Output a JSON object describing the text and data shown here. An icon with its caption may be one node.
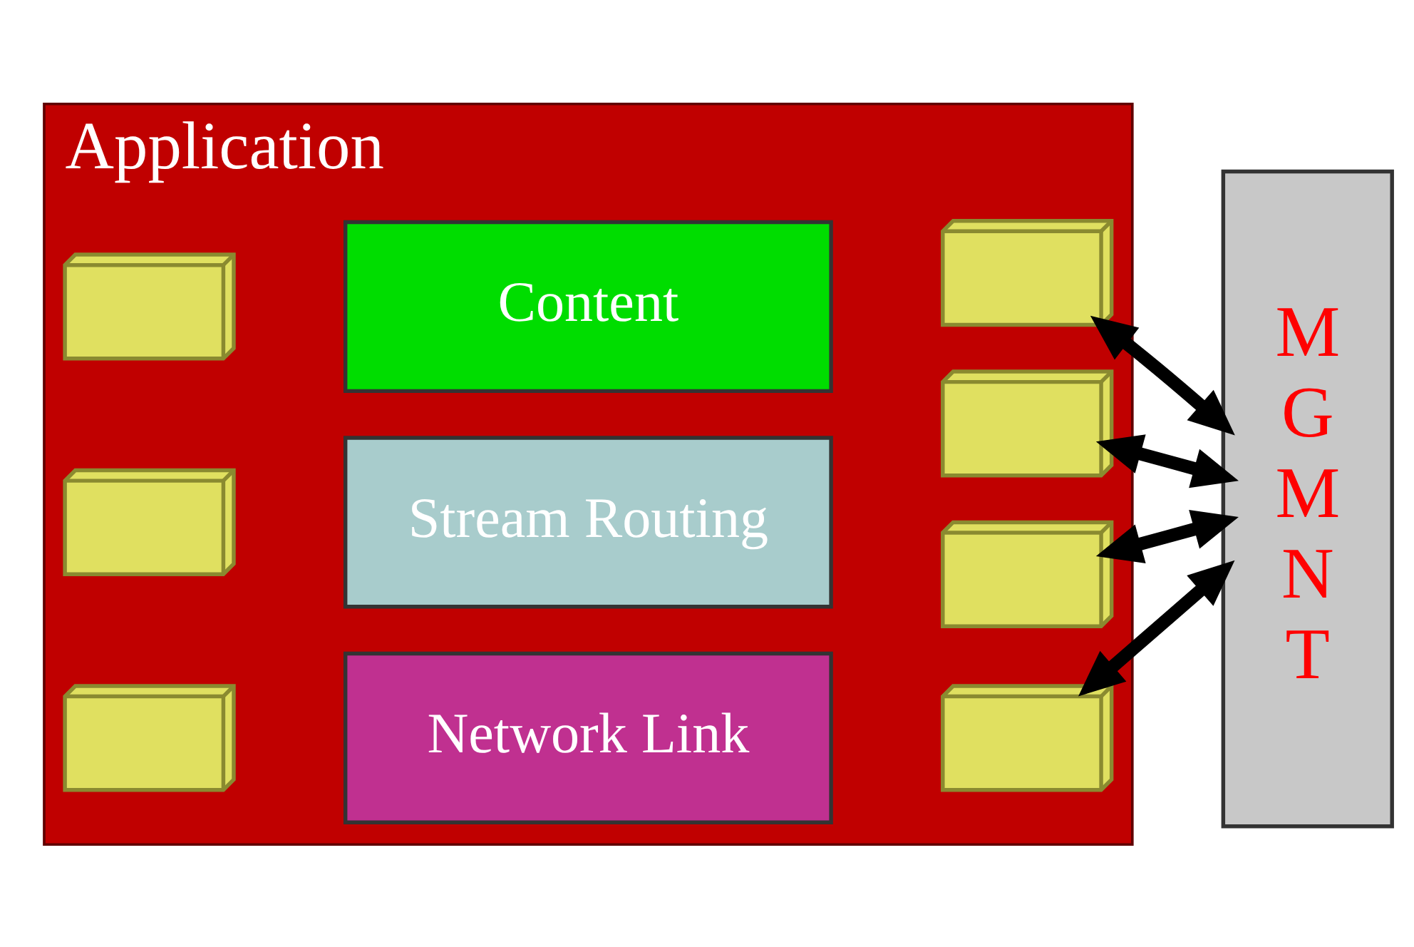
{
  "diagram": {
    "nodes": [
      {
        "text": [
          "Application"
        ]
      },
      {
        "text": [],
        "shape": "box",
        "in": 0
      },
      {
        "text": [],
        "shape": "box",
        "in": 0
      },
      {
        "text": [
          "Content"
        ],
        "in": 0
      },
      {
        "text": [],
        "shape": "box",
        "in": 0
      },
      {
        "text": [
          "M G M N T"
        ]
      },
      {
        "text": [],
        "shape": "box",
        "in": 0
      },
      {
        "text": [
          "Stream Routing"
        ],
        "in": 0
      },
      {
        "text": [],
        "shape": "box",
        "in": 0
      },
      {
        "text": [],
        "shape": "box",
        "in": 0
      },
      {
        "text": [
          "Network Link"
        ],
        "in": 0
      },
      {
        "text": [],
        "shape": "box",
        "in": 0
      }
    ],
    "edges": [
      {
        "from": 5,
        "to": 1,
        "arrow": "both"
      },
      {
        "from": 5,
        "to": 4,
        "arrow": "both"
      },
      {
        "from": 5,
        "to": 8,
        "arrow": "both"
      },
      {
        "from": 5,
        "to": 11,
        "arrow": "both"
      }
    ]
  }
}
